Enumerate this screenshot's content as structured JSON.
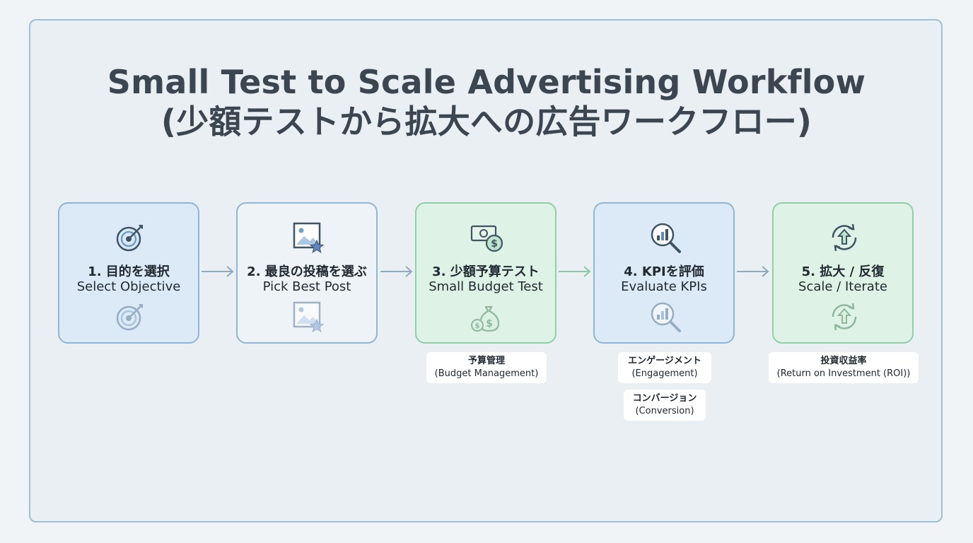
{
  "title": {
    "line1": "Small Test to Scale Advertising Workflow",
    "line2": "(少額テストから拡大への広告ワークフロー)"
  },
  "steps": [
    {
      "jp": "1. 目的を選択",
      "en": "Select Objective",
      "icon": "target-icon",
      "tone": "blue"
    },
    {
      "jp": "2. 最良の投稿を選ぶ",
      "en": "Pick Best Post",
      "icon": "image-star-icon",
      "tone": "blue"
    },
    {
      "jp": "3. 少額予算テスト",
      "en": "Small Budget Test",
      "icon": "money-icon",
      "tone": "green"
    },
    {
      "jp": "4. KPIを評価",
      "en": "Evaluate KPIs",
      "icon": "chart-magnifier-icon",
      "tone": "blue"
    },
    {
      "jp": "5. 拡大 / 反復",
      "en": "Scale / Iterate",
      "icon": "refresh-up-icon",
      "tone": "green"
    }
  ],
  "notes": {
    "budget": {
      "jp": "予算管理",
      "en": "(Budget Management)"
    },
    "engagement": {
      "jp": "エンゲージメント",
      "en": "(Engagement)"
    },
    "conversion": {
      "jp": "コンバージョン",
      "en": "(Conversion)"
    },
    "roi": {
      "jp": "投資収益率",
      "en": "(Return on Investment (ROI))"
    }
  },
  "colors": {
    "blue_fill": "#dce9f6",
    "blue_border": "#8fb6d6",
    "green_fill": "#dff2e6",
    "green_border": "#8fd0a6",
    "arrow": "#8fa9bf",
    "title": "#3b4650"
  }
}
